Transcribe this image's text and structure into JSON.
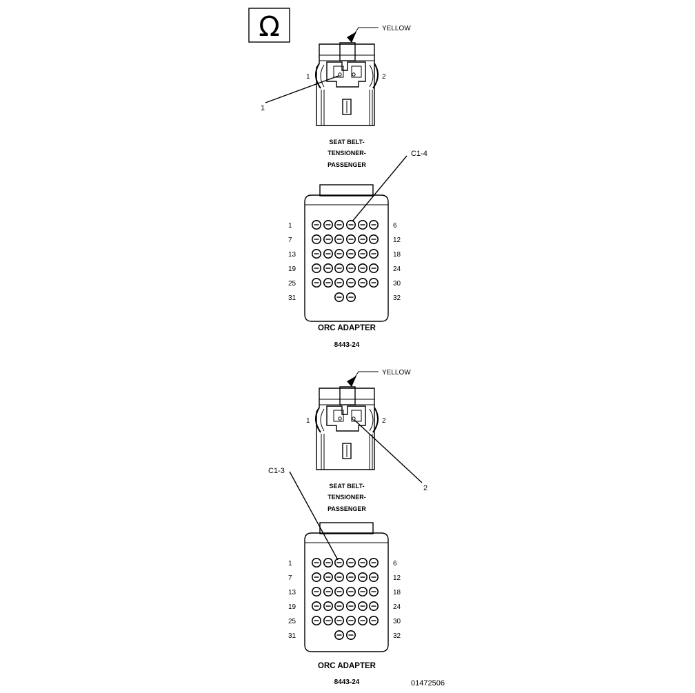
{
  "symbol": {
    "icon": "omega-icon",
    "glyph": "Ω"
  },
  "diagrams": [
    {
      "tensioner": {
        "color_callout": "YELLOW",
        "pin_left": "1",
        "pin_right": "2",
        "pointer_label": "1",
        "title_lines": [
          "SEAT BELT-",
          "TENSIONER-",
          "PASSENGER"
        ]
      },
      "adapter": {
        "callout": "C1-4",
        "row_labels_left": [
          "1",
          "7",
          "13",
          "19",
          "25",
          "31"
        ],
        "row_labels_right": [
          "6",
          "12",
          "18",
          "24",
          "30",
          "32"
        ],
        "title": "ORC ADAPTER",
        "part_number": "8443-24"
      }
    },
    {
      "tensioner": {
        "color_callout": "YELLOW",
        "pin_left": "1",
        "pin_right": "2",
        "pointer_label": "2",
        "title_lines": [
          "SEAT BELT-",
          "TENSIONER-",
          "PASSENGER"
        ]
      },
      "adapter": {
        "callout": "C1-3",
        "row_labels_left": [
          "1",
          "7",
          "13",
          "19",
          "25",
          "31"
        ],
        "row_labels_right": [
          "6",
          "12",
          "18",
          "24",
          "30",
          "32"
        ],
        "title": "ORC ADAPTER",
        "part_number": "8443-24"
      }
    }
  ],
  "figure_number": "01472506"
}
